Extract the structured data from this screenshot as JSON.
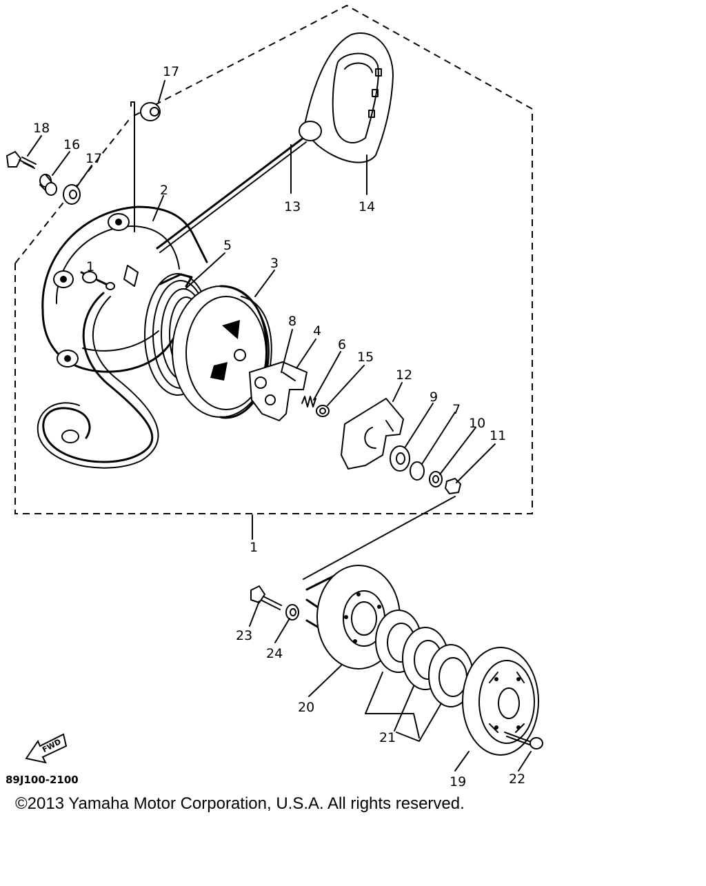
{
  "diagram": {
    "callouts": [
      {
        "id": "c1",
        "text": "1"
      },
      {
        "id": "c2",
        "text": "2"
      },
      {
        "id": "c3",
        "text": "3"
      },
      {
        "id": "c4",
        "text": "4"
      },
      {
        "id": "c5",
        "text": "5"
      },
      {
        "id": "c6",
        "text": "6"
      },
      {
        "id": "c7",
        "text": "7"
      },
      {
        "id": "c8",
        "text": "8"
      },
      {
        "id": "c9",
        "text": "9"
      },
      {
        "id": "c10",
        "text": "10"
      },
      {
        "id": "c11",
        "text": "11"
      },
      {
        "id": "c12",
        "text": "12"
      },
      {
        "id": "c13",
        "text": "13"
      },
      {
        "id": "c14",
        "text": "14"
      },
      {
        "id": "c15",
        "text": "15"
      },
      {
        "id": "c16",
        "text": "16"
      },
      {
        "id": "c17a",
        "text": "17"
      },
      {
        "id": "c17b",
        "text": "17"
      },
      {
        "id": "c18",
        "text": "18"
      },
      {
        "id": "c19",
        "text": "19"
      },
      {
        "id": "c20",
        "text": "20"
      },
      {
        "id": "c21",
        "text": "21"
      },
      {
        "id": "c22",
        "text": "22"
      },
      {
        "id": "c23",
        "text": "23"
      },
      {
        "id": "c24",
        "text": "24"
      }
    ],
    "fwd_label": "FWD",
    "drawing_code": "89J100-2100",
    "copyright": "©2013 Yamaha Motor Corporation, U.S.A. All rights reserved."
  }
}
